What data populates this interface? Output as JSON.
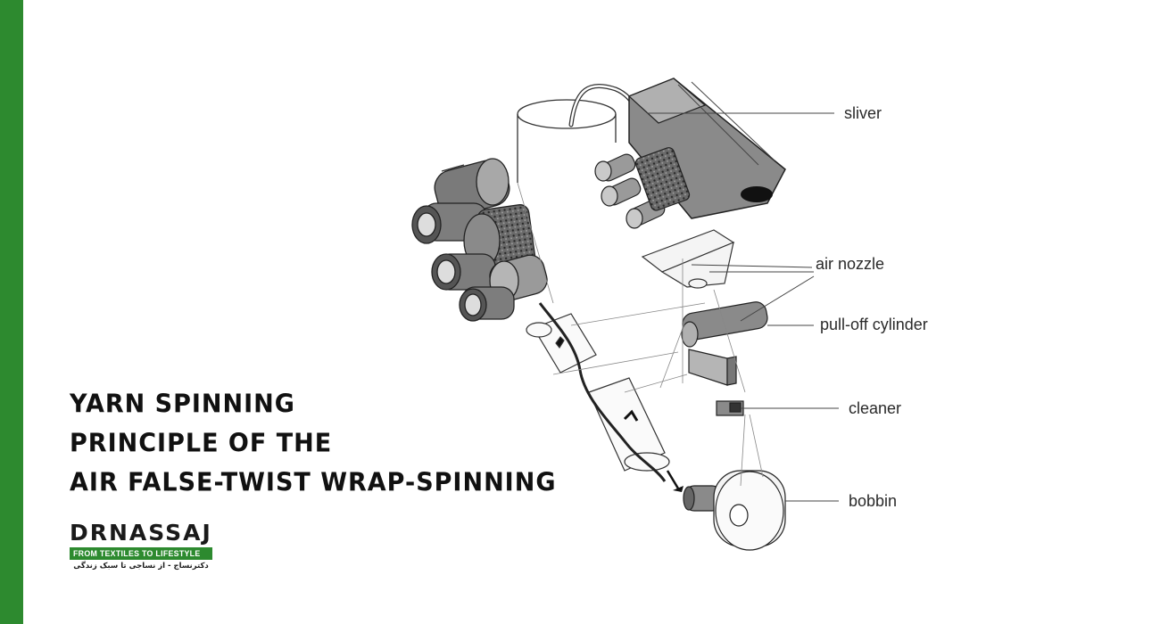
{
  "colors": {
    "accent_green": "#2d8a2f",
    "line": "#555555"
  },
  "labels": {
    "sliver": "sliver",
    "air_nozzle": "air nozzle",
    "pull_off_cylinder": "pull-off cylinder",
    "cleaner": "cleaner",
    "bobbin": "bobbin"
  },
  "title": {
    "line1": "YARN SPINNING",
    "line2": "PRINCIPLE OF THE",
    "line3": "AIR FALSE-TWIST WRAP-SPINNING"
  },
  "logo": {
    "wordmark": "DRNASSAJ",
    "tagline": "FROM TEXTILES TO LIFESTYLE",
    "persian": "دکترنساج - از نساجی تا سبک زندگی"
  }
}
